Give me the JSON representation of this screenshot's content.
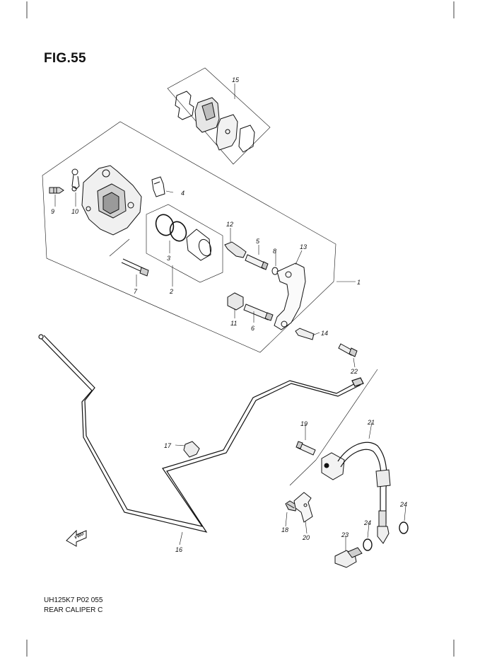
{
  "figure": {
    "title": "FIG.55"
  },
  "footer": {
    "code": "UH125K7 P02 055",
    "name": "REAR CALIPER C"
  },
  "labels": {
    "p1": "1",
    "p2": "2",
    "p3": "3",
    "p4": "4",
    "p5": "5",
    "p6": "6",
    "p7": "7",
    "p8": "8",
    "p9": "9",
    "p10": "10",
    "p11": "11",
    "p12": "12",
    "p13": "13",
    "p14": "14",
    "p15": "15",
    "p16": "16",
    "p17": "17",
    "p18": "18",
    "p19": "19",
    "p20": "20",
    "p21": "21",
    "p22": "22",
    "p23": "23",
    "p24a": "24",
    "p24b": "24"
  },
  "fwd_marker": "FWD",
  "colors": {
    "ink": "#111111",
    "paper": "#ffffff"
  }
}
